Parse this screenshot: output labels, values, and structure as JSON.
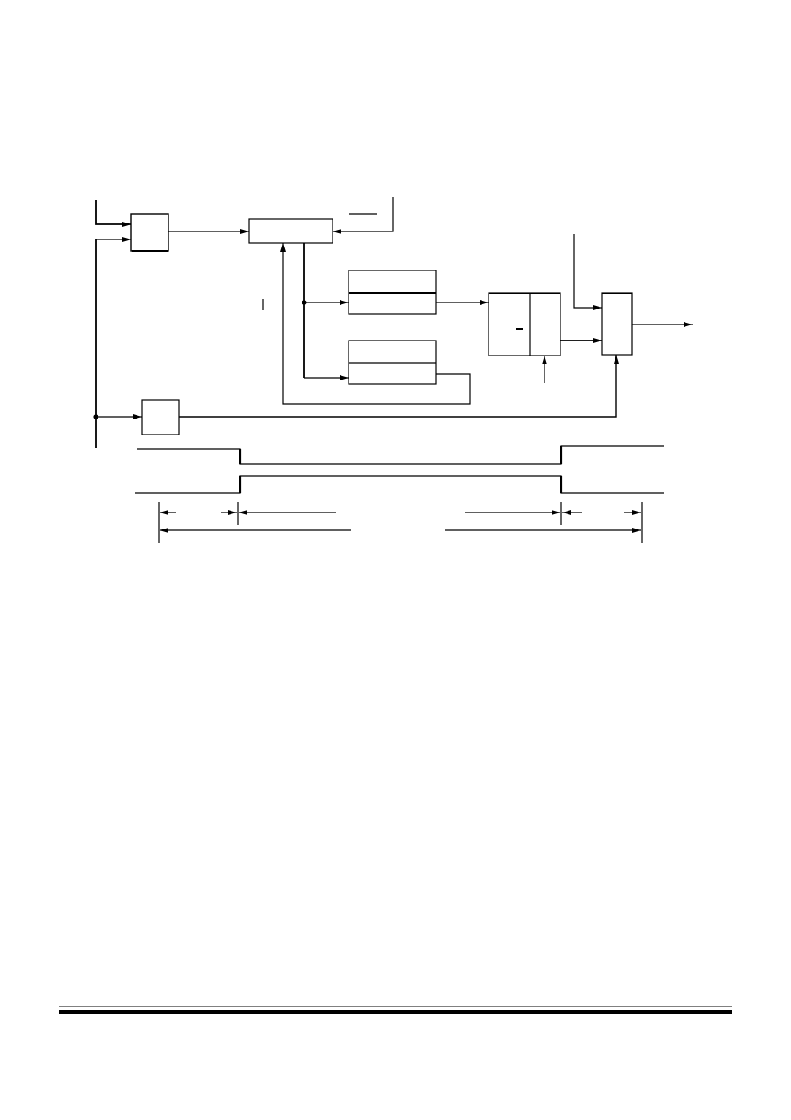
{
  "page": {
    "background": "#ffffff",
    "ink_color": "#000000"
  },
  "diagram": {
    "type": "block-diagram-with-timing",
    "blocks": [
      {
        "id": "gate-block",
        "label": ""
      },
      {
        "id": "register-block",
        "label": ""
      },
      {
        "id": "upper-buffer",
        "label": ""
      },
      {
        "id": "lower-buffer",
        "label": ""
      },
      {
        "id": "mux-block",
        "label": ""
      },
      {
        "id": "output-block",
        "label": ""
      },
      {
        "id": "small-block",
        "label": ""
      }
    ],
    "timing_waveforms": [
      {
        "id": "waveform-active-low",
        "label": ""
      },
      {
        "id": "waveform-active-high",
        "label": ""
      }
    ],
    "timing_intervals": [
      {
        "id": "interval-setup",
        "label": ""
      },
      {
        "id": "interval-active",
        "label": ""
      },
      {
        "id": "interval-hold",
        "label": ""
      },
      {
        "id": "interval-total",
        "label": ""
      }
    ]
  }
}
